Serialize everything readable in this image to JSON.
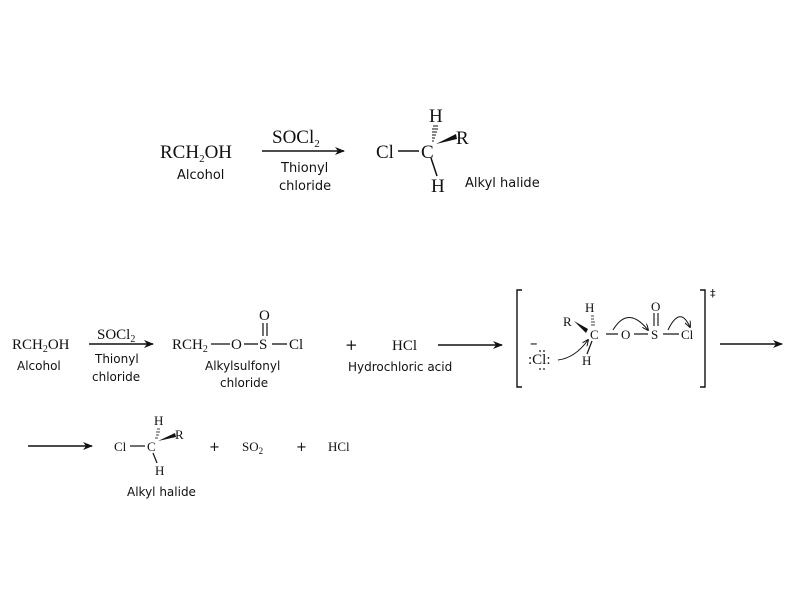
{
  "reaction1": {
    "reactant": {
      "main": "RCH",
      "sub": "2",
      "tail": "OH",
      "label": "Alcohol"
    },
    "reagent": {
      "main": "SOCl",
      "sub": "2",
      "label_line1": "Thionyl",
      "label_line2": "chloride"
    },
    "product": {
      "cl": "Cl",
      "c": "C",
      "h_top": "H",
      "r": "R",
      "h_bottom": "H",
      "label": "Alkyl halide"
    }
  },
  "reaction2": {
    "reactant": {
      "main": "RCH",
      "sub": "2",
      "tail": "OH",
      "label": "Alcohol"
    },
    "reagent": {
      "main": "SOCl",
      "sub": "2",
      "label_line1": "Thionyl",
      "label_line2": "chloride"
    },
    "intermediate": {
      "rch": "RCH",
      "sub": "2",
      "o": "O",
      "s": "S",
      "cl": "Cl",
      "o_double": "O",
      "label_line1": "Alkylsulfonyl",
      "label_line2": "chloride"
    },
    "plus": "+",
    "byproduct": {
      "formula": "HCl",
      "label": "Hydrochloric acid"
    },
    "transition_state": {
      "charge": "–",
      "nucleophile": ":Cl:",
      "r": "R",
      "h_top": "H",
      "c": "C",
      "h_bottom": "H",
      "o": "O",
      "s": "S",
      "o_double": "O",
      "cl": "Cl",
      "symbol": "‡"
    }
  },
  "reaction3": {
    "product": {
      "cl": "Cl",
      "c": "C",
      "h_top": "H",
      "r": "R",
      "h_bottom": "H",
      "label": "Alkyl halide"
    },
    "plus1": "+",
    "so2": {
      "main": "SO",
      "sub": "2"
    },
    "plus2": "+",
    "hcl": "HCl"
  }
}
